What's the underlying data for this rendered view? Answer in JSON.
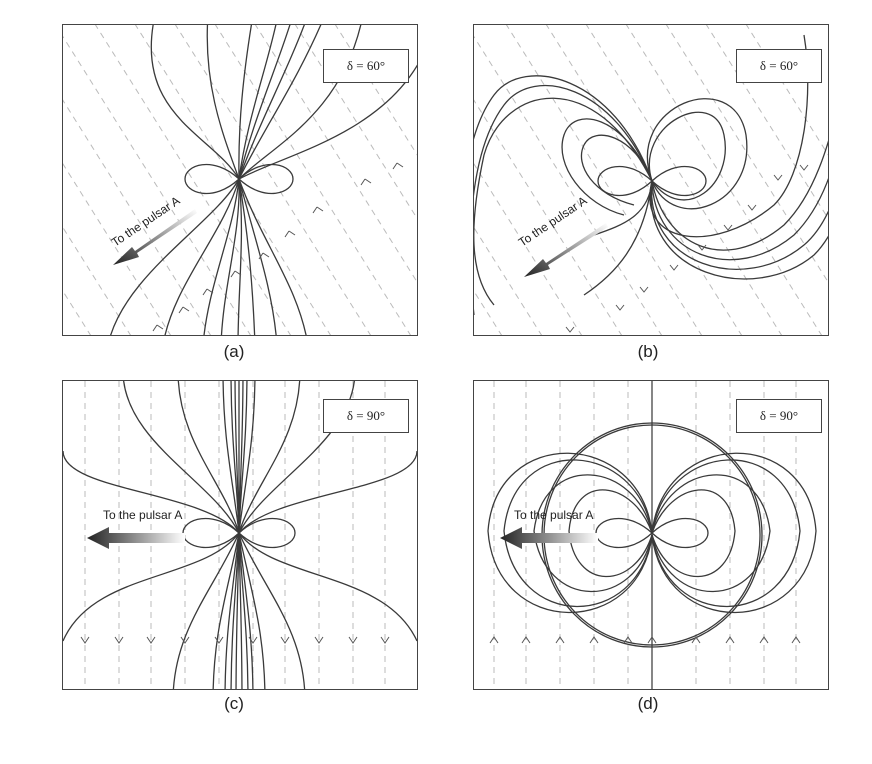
{
  "panels": [
    {
      "id": "a",
      "caption": "(a)",
      "delta_label": "δ = 60°",
      "arrow_label": "To the pulsar A",
      "chevron": "up-left"
    },
    {
      "id": "b",
      "caption": "(b)",
      "delta_label": "δ = 60°",
      "arrow_label": "To the pulsar A",
      "chevron": "down"
    },
    {
      "id": "c",
      "caption": "(c)",
      "delta_label": "δ = 90°",
      "arrow_label": "To the pulsar A",
      "chevron": "down"
    },
    {
      "id": "d",
      "caption": "(d)",
      "delta_label": "δ = 90°",
      "arrow_label": "To the pulsar A",
      "chevron": "up"
    }
  ],
  "colors": {
    "field_line": "#3a3a3a",
    "guide_line": "#bbbbbb",
    "frame": "#444444"
  }
}
